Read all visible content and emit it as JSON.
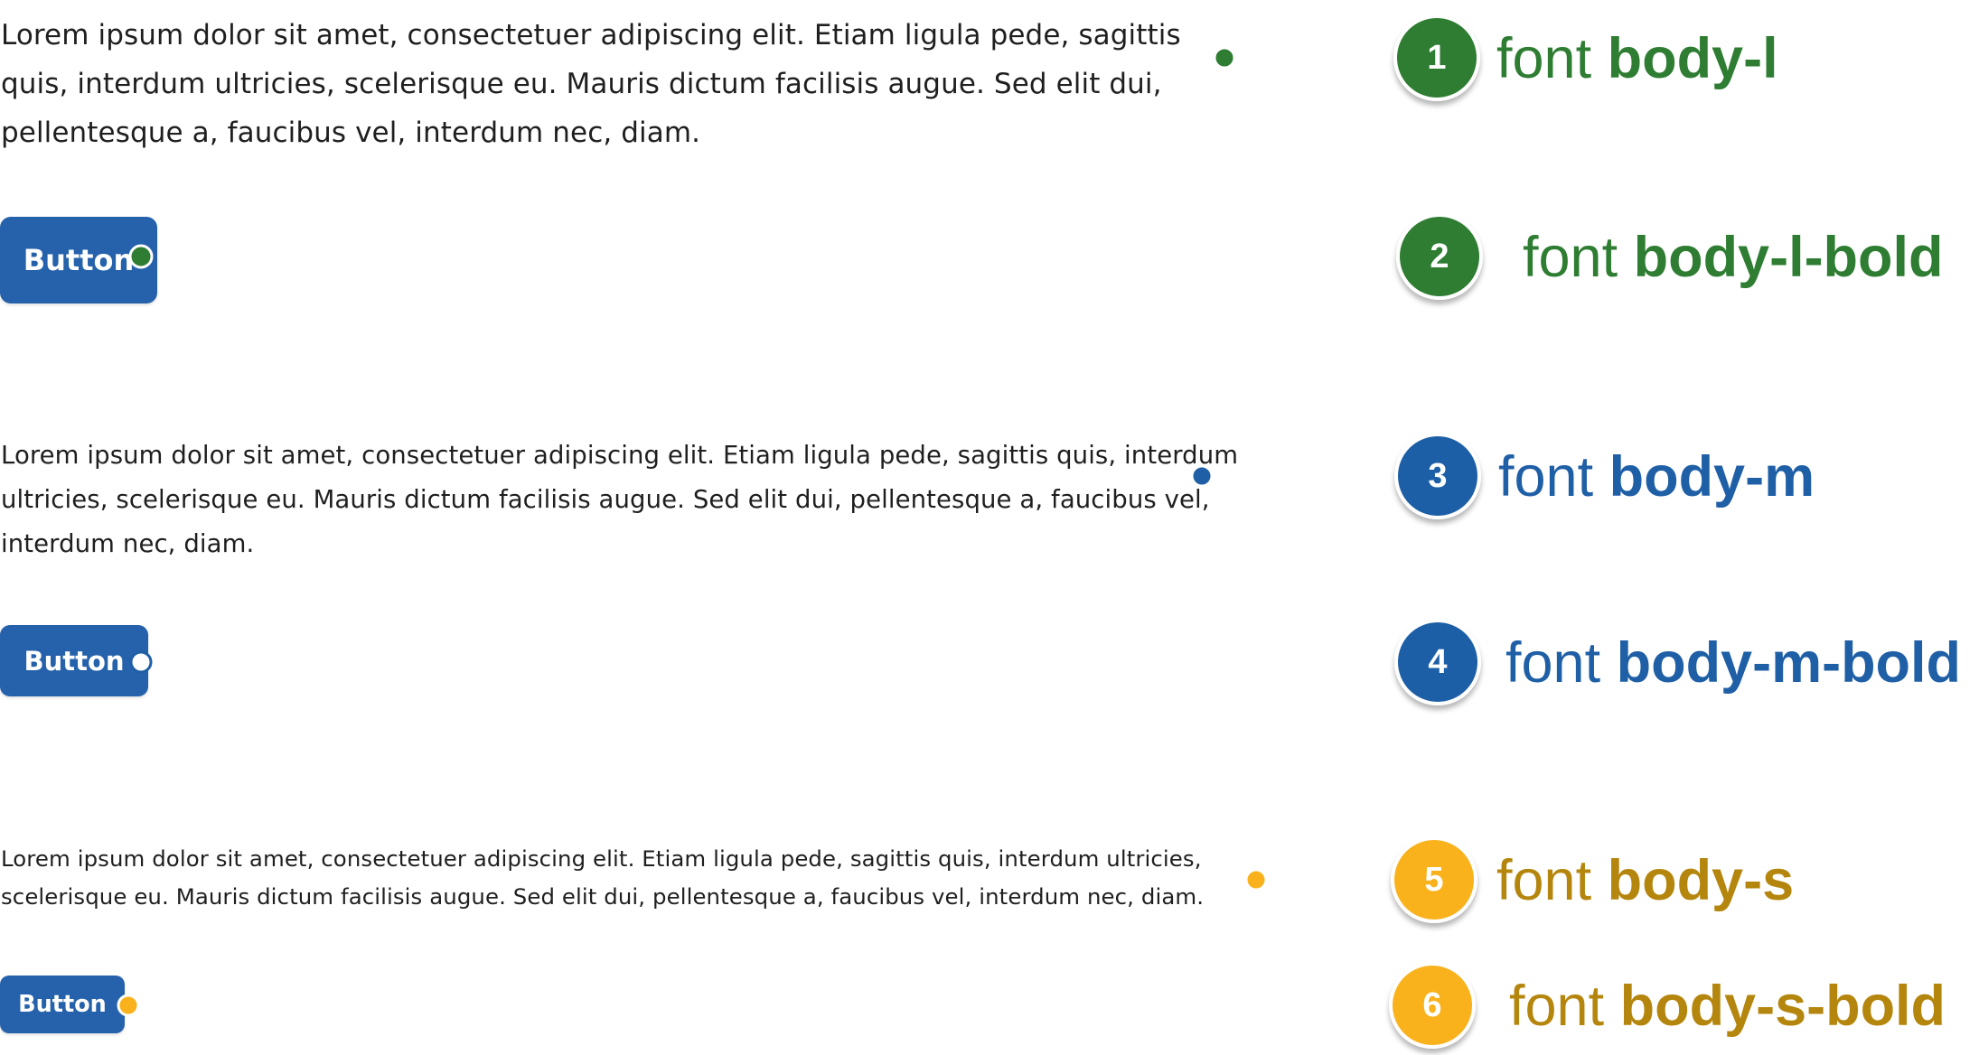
{
  "colors": {
    "green": "#2e7d32",
    "blue": "#1f5fa6",
    "gold_badge": "#f9b21c",
    "gold_text": "#b5860d",
    "button_bg": "#2562ab"
  },
  "samples": [
    {
      "number": "1",
      "text": "Lorem ipsum dolor sit amet, consectetuer adipiscing elit. Etiam ligula pede, sagittis quis, interdum ultricies, scelerisque eu. Mauris dictum facilisis augue. Sed elit dui, pellentesque a, faucibus vel, interdum nec, diam.",
      "font_prefix": "font",
      "font_name": "body-l",
      "color": "green"
    },
    {
      "number": "2",
      "button_label": "Button",
      "font_prefix": "font",
      "font_name": "body-l-bold",
      "color": "green"
    },
    {
      "number": "3",
      "text": "Lorem ipsum dolor sit amet, consectetuer adipiscing elit. Etiam ligula pede, sagittis quis, interdum ultricies, scelerisque eu. Mauris dictum facilisis augue. Sed elit dui, pellentesque a, faucibus vel, interdum nec, diam.",
      "font_prefix": "font",
      "font_name": "body-m",
      "color": "blue"
    },
    {
      "number": "4",
      "button_label": "Button",
      "font_prefix": "font",
      "font_name": "body-m-bold",
      "color": "blue"
    },
    {
      "number": "5",
      "text": "Lorem ipsum dolor sit amet, consectetuer adipiscing elit. Etiam ligula pede, sagittis quis, interdum ultricies, scelerisque eu. Mauris dictum facilisis augue. Sed elit dui, pellentesque a, faucibus vel, interdum nec, diam.",
      "font_prefix": "font",
      "font_name": "body-s",
      "color": "gold"
    },
    {
      "number": "6",
      "button_label": "Button",
      "font_prefix": "font",
      "font_name": "body-s-bold",
      "color": "gold"
    }
  ]
}
